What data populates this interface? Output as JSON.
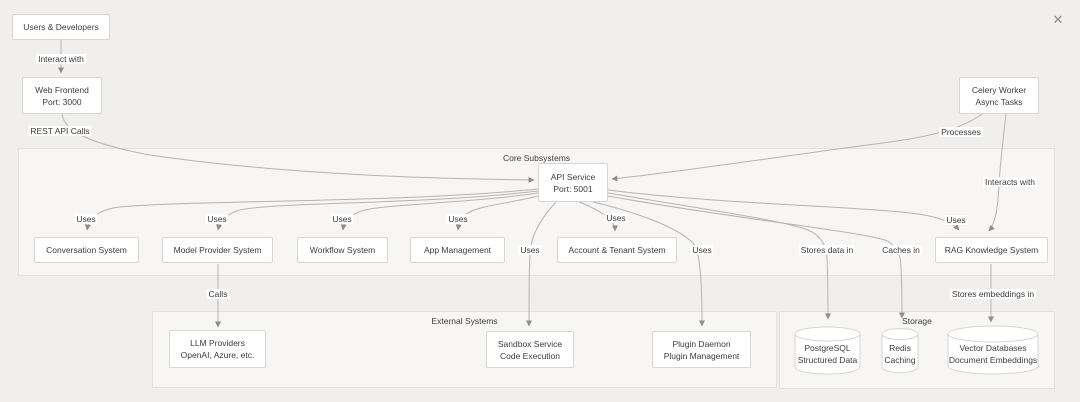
{
  "icons": {
    "close": "✕"
  },
  "containers": {
    "core": "Core Subsystems",
    "external": "External Systems",
    "storage": "Storage"
  },
  "nodes": {
    "users_developers": {
      "line1": "Users & Developers"
    },
    "web_frontend": {
      "line1": "Web Frontend",
      "line2": "Port: 3000"
    },
    "celery_worker": {
      "line1": "Celery Worker",
      "line2": "Async Tasks"
    },
    "api_service": {
      "line1": "API Service",
      "line2": "Port: 5001"
    },
    "conversation": {
      "line1": "Conversation System"
    },
    "model_provider": {
      "line1": "Model Provider System"
    },
    "workflow": {
      "line1": "Workflow System"
    },
    "app_management": {
      "line1": "App Management"
    },
    "account_tenant": {
      "line1": "Account & Tenant System"
    },
    "rag_knowledge": {
      "line1": "RAG Knowledge System"
    },
    "llm_providers": {
      "line1": "LLM Providers",
      "line2": "OpenAI, Azure, etc."
    },
    "sandbox": {
      "line1": "Sandbox Service",
      "line2": "Code Execution"
    },
    "plugin_daemon": {
      "line1": "Plugin Daemon",
      "line2": "Plugin Management"
    },
    "postgresql": {
      "line1": "PostgreSQL",
      "line2": "Structured Data"
    },
    "redis": {
      "line1": "Redis",
      "line2": "Caching"
    },
    "vector_db": {
      "line1": "Vector Databases",
      "line2": "Document Embeddings"
    }
  },
  "edge_labels": {
    "interact_with": "Interact with",
    "rest_api_calls": "REST API Calls",
    "processes": "Processes",
    "interacts_with": "Interacts with",
    "uses": "Uses",
    "calls": "Calls",
    "stores_data_in": "Stores data in",
    "caches_in": "Caches in",
    "stores_embeddings_in": "Stores embeddings in"
  },
  "colors": {
    "canvas_bg": "#f0efed",
    "cluster_bg": "#f7f6f4",
    "cluster_border": "#e4e2df",
    "node_bg": "#ffffff",
    "node_border": "#d8d6d3",
    "edge": "#b6b4b1",
    "arrowhead": "#8f8d8a",
    "text": "#3d3d3d"
  }
}
